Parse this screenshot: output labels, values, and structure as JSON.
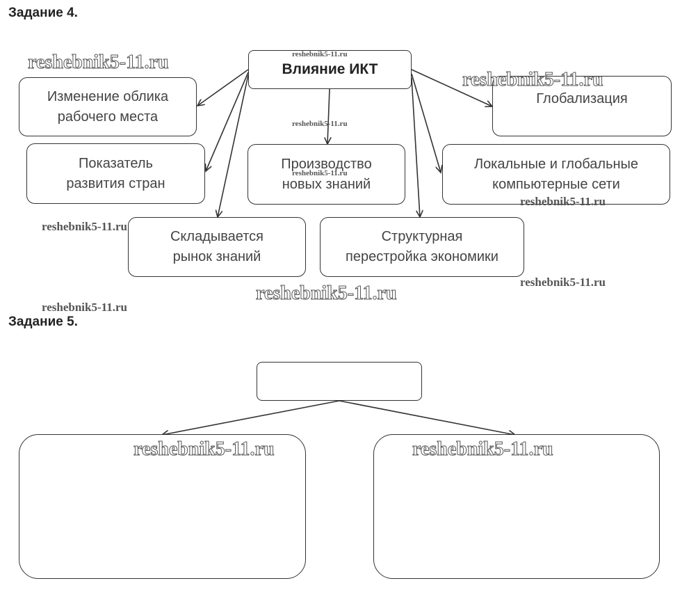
{
  "task4": {
    "heading": "Задание 4.",
    "root": "Влияние ИКТ",
    "nodes": [
      "Изменение облика\nрабочего места",
      "Показатель\nразвития стран",
      "Складывается\nрынок знаний",
      "Производство\nновых знаний",
      "Структурная\nперестройка экономики",
      "Глобализация",
      "Локальные и глобальные\nкомпьютерные сети"
    ]
  },
  "task5": {
    "heading": "Задание 5.",
    "root": "",
    "left": "",
    "right": ""
  },
  "watermark": "reshebnik5-11.ru"
}
